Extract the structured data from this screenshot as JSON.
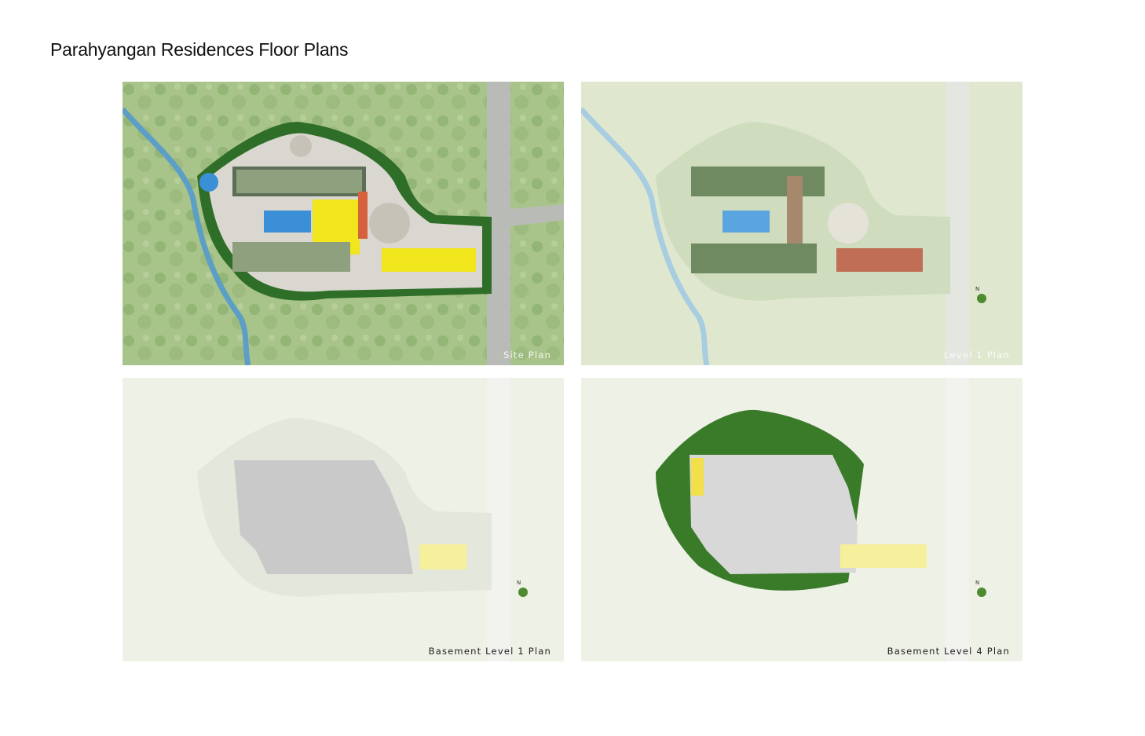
{
  "document": {
    "title": "Parahyangan Residences Floor Plans"
  },
  "panels": [
    {
      "id": "site-plan",
      "caption": "Site Plan",
      "theme": "full-color",
      "colors": {
        "ground": "#a9c48a",
        "highlight": "#f1e51b",
        "pool": "#3b8fd6",
        "accent": "#d8613d"
      }
    },
    {
      "id": "level-1-plan",
      "caption": "Level 1 Plan",
      "theme": "faded",
      "colors": {
        "ground": "#dfe8cf",
        "highlight": "#f4e14b",
        "pool": "#5aa4df",
        "accent": "#cc5a3a"
      }
    },
    {
      "id": "basement-level-1-plan",
      "caption": "Basement Level 1 Plan",
      "theme": "parking-grey",
      "colors": {
        "ground": "#eef1e6",
        "highlight": "#f6ef9c",
        "parking": "#c9c9c9"
      }
    },
    {
      "id": "basement-level-4-plan",
      "caption": "Basement Level 4 Plan",
      "theme": "parking-green-edge",
      "colors": {
        "ground": "#eef1e6",
        "highlight": "#f2e04a",
        "parking": "#d8d8d8",
        "landscape": "#3a7b2a"
      }
    }
  ],
  "icons": {
    "north": "north-arrow-icon"
  }
}
